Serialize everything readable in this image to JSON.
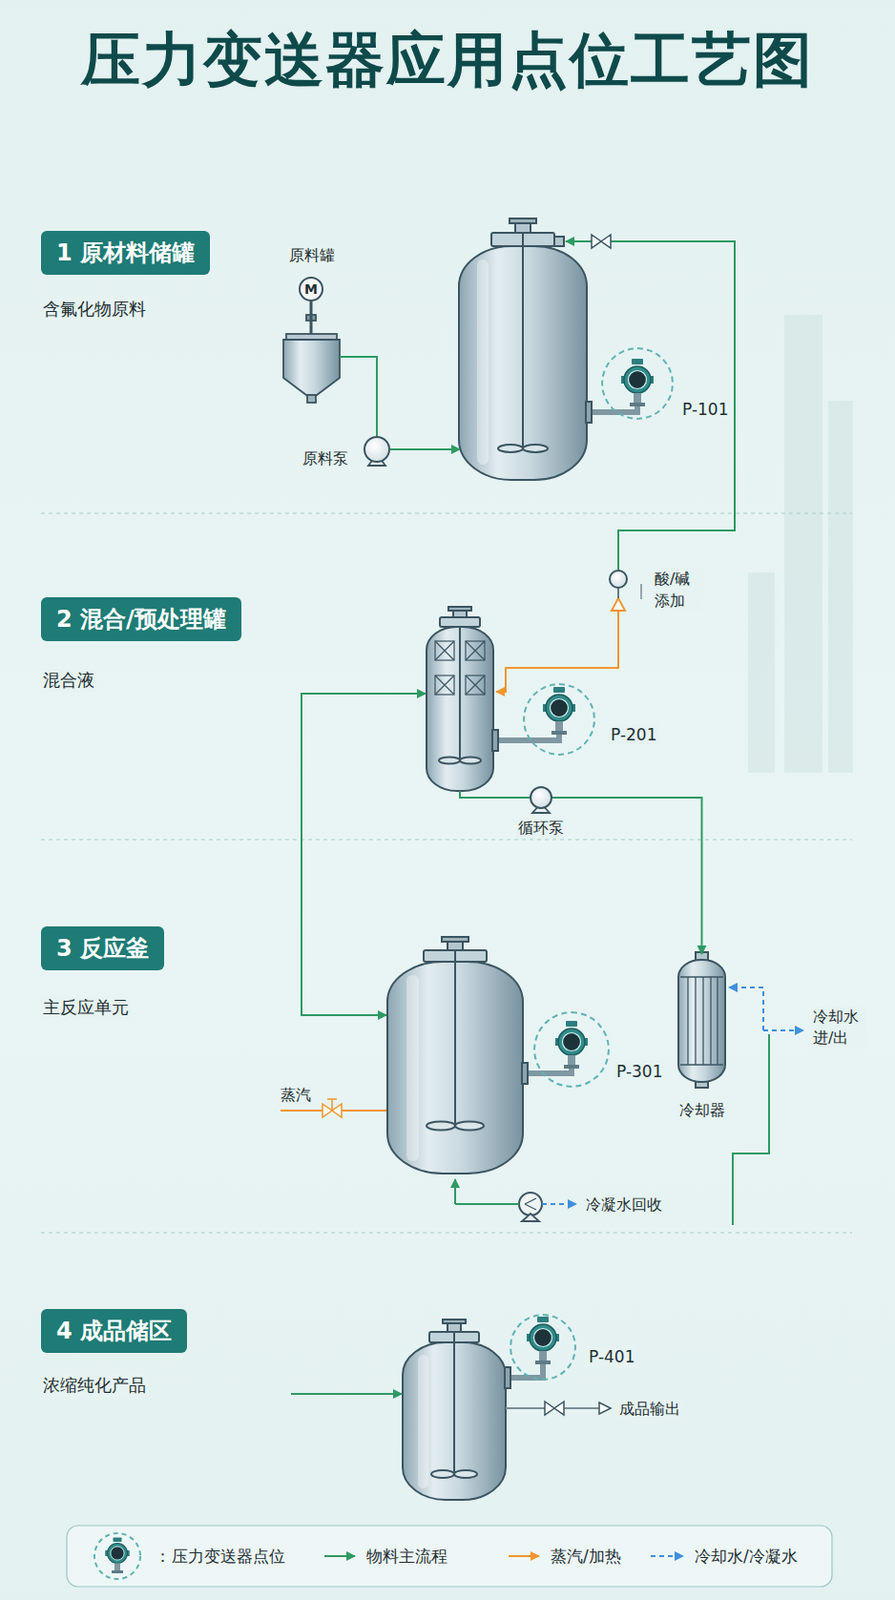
{
  "diagram": {
    "title": "压力变送器应用点位工艺图",
    "nodes": [
      {
        "text": [
          "1 原材料储罐"
        ]
      },
      {
        "text": [
          "原料罐"
        ]
      },
      {
        "text": [
          "M"
        ]
      },
      {
        "text": [
          "原料泵"
        ]
      },
      {
        "text": [
          "P-101"
        ]
      },
      {
        "text": [
          "2 混合/预处理罐"
        ]
      },
      {
        "text": [
          "酸/碱 添加"
        ]
      },
      {
        "text": [
          "P-201"
        ]
      },
      {
        "text": [
          "循环泵"
        ]
      },
      {
        "text": [
          "3 反应釜"
        ]
      },
      {
        "text": [
          "P-301"
        ]
      },
      {
        "text": [
          "冷却器"
        ]
      },
      {
        "text": [
          "4 成品储区"
        ]
      },
      {
        "text": [
          "P-401"
        ]
      }
    ],
    "edges": [
      {
        "from": 2,
        "to": 1,
        "arrow": "none"
      },
      {
        "from": 1,
        "to": 3,
        "arrow": "none"
      },
      {
        "from": 8,
        "to": 11,
        "arrow": "to"
      }
    ],
    "labels": [
      "含氟化物原料",
      "混合液",
      "主反应单元",
      "蒸汽",
      "冷凝水回收",
      "冷却水 进/出",
      "浓缩纯化产品",
      "成品输出",
      "："
    ],
    "legend": [
      {
        "text": "压力变送器点位"
      },
      {
        "text": "物料主流程"
      },
      {
        "text": "蒸汽/加热"
      },
      {
        "text": "冷却水/冷凝水"
      }
    ]
  }
}
